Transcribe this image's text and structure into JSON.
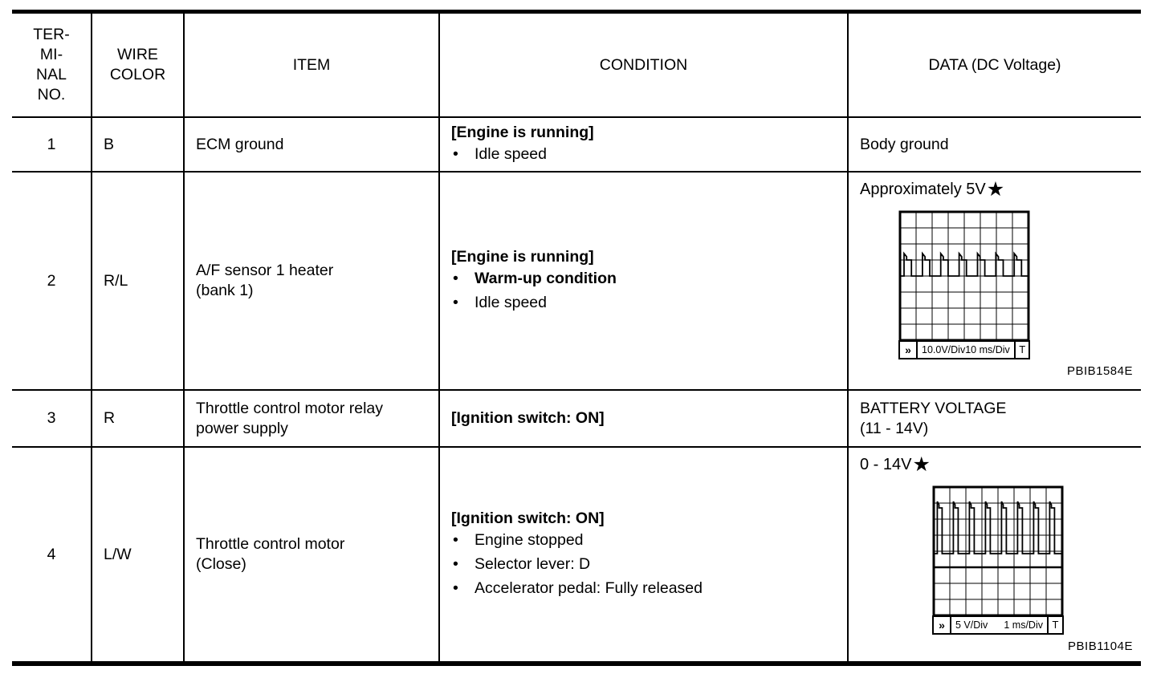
{
  "bullet_char": "•",
  "colors": {
    "border": "#000000",
    "text": "#000000",
    "background": "#ffffff"
  },
  "table": {
    "headers": {
      "terminal": "TER-\nMI-\nNAL\nNO.",
      "wire_color": "WIRE\nCOLOR",
      "item": "ITEM",
      "condition": "CONDITION",
      "data": "DATA (DC Voltage)"
    },
    "rows": [
      {
        "terminal": "1",
        "wire_color": "B",
        "item": "ECM ground",
        "condition_header": "[Engine is running]",
        "bullets": [
          {
            "text": "Idle speed",
            "bold": false
          }
        ],
        "data_text": "Body ground"
      },
      {
        "terminal": "2",
        "wire_color": "R/L",
        "item": "A/F sensor 1 heater\n(bank 1)",
        "condition_header": "[Engine is running]",
        "bullets": [
          {
            "text": "Warm-up condition",
            "bold": true
          },
          {
            "text": "Idle speed",
            "bold": false
          }
        ],
        "data_text": "Approximately 5V",
        "data_star": "★",
        "caption": "PBIB1584E"
      },
      {
        "terminal": "3",
        "wire_color": "R",
        "item": "Throttle control motor relay\npower supply",
        "condition_header": "[Ignition switch: ON]",
        "bullets": [],
        "data_text": "BATTERY VOLTAGE\n(11 - 14V)"
      },
      {
        "terminal": "4",
        "wire_color": "L/W",
        "item": "Throttle control motor\n(Close)",
        "condition_header": "[Ignition switch: ON]",
        "bullets": [
          {
            "text": "Engine stopped",
            "bold": false
          },
          {
            "text": "Selector lever: D",
            "bold": false
          },
          {
            "text": "Accelerator pedal: Fully released",
            "bold": false
          }
        ],
        "data_text": "0 - 14V",
        "data_star": "★",
        "caption": "PBIB1104E"
      }
    ]
  },
  "scopes": {
    "row2": {
      "cursor": "»",
      "v_div": "10.0V/Div",
      "t_div": "10 ms/Div",
      "trigger": "T",
      "grid_cols": 8,
      "grid_rows": 8,
      "baseline_div": 4.0,
      "peak_div": 2.8,
      "pulses": 7,
      "pulse_width_frac": 0.4,
      "zero_line_div": null,
      "description": "pulse train, baseline at center, ~1.2 div pulses"
    },
    "row4": {
      "cursor": "»",
      "v_div": "5 V/Div",
      "t_div": "1 ms/Div",
      "trigger": "T",
      "grid_cols": 8,
      "grid_rows": 8,
      "baseline_div": 4.15,
      "peak_div": 1.1,
      "pulses": 8,
      "pulse_width_frac": 0.3,
      "zero_line_div": 5.0,
      "description": "tall narrow pulse train, ~3 div pulses, heavy reference line below baseline"
    }
  }
}
